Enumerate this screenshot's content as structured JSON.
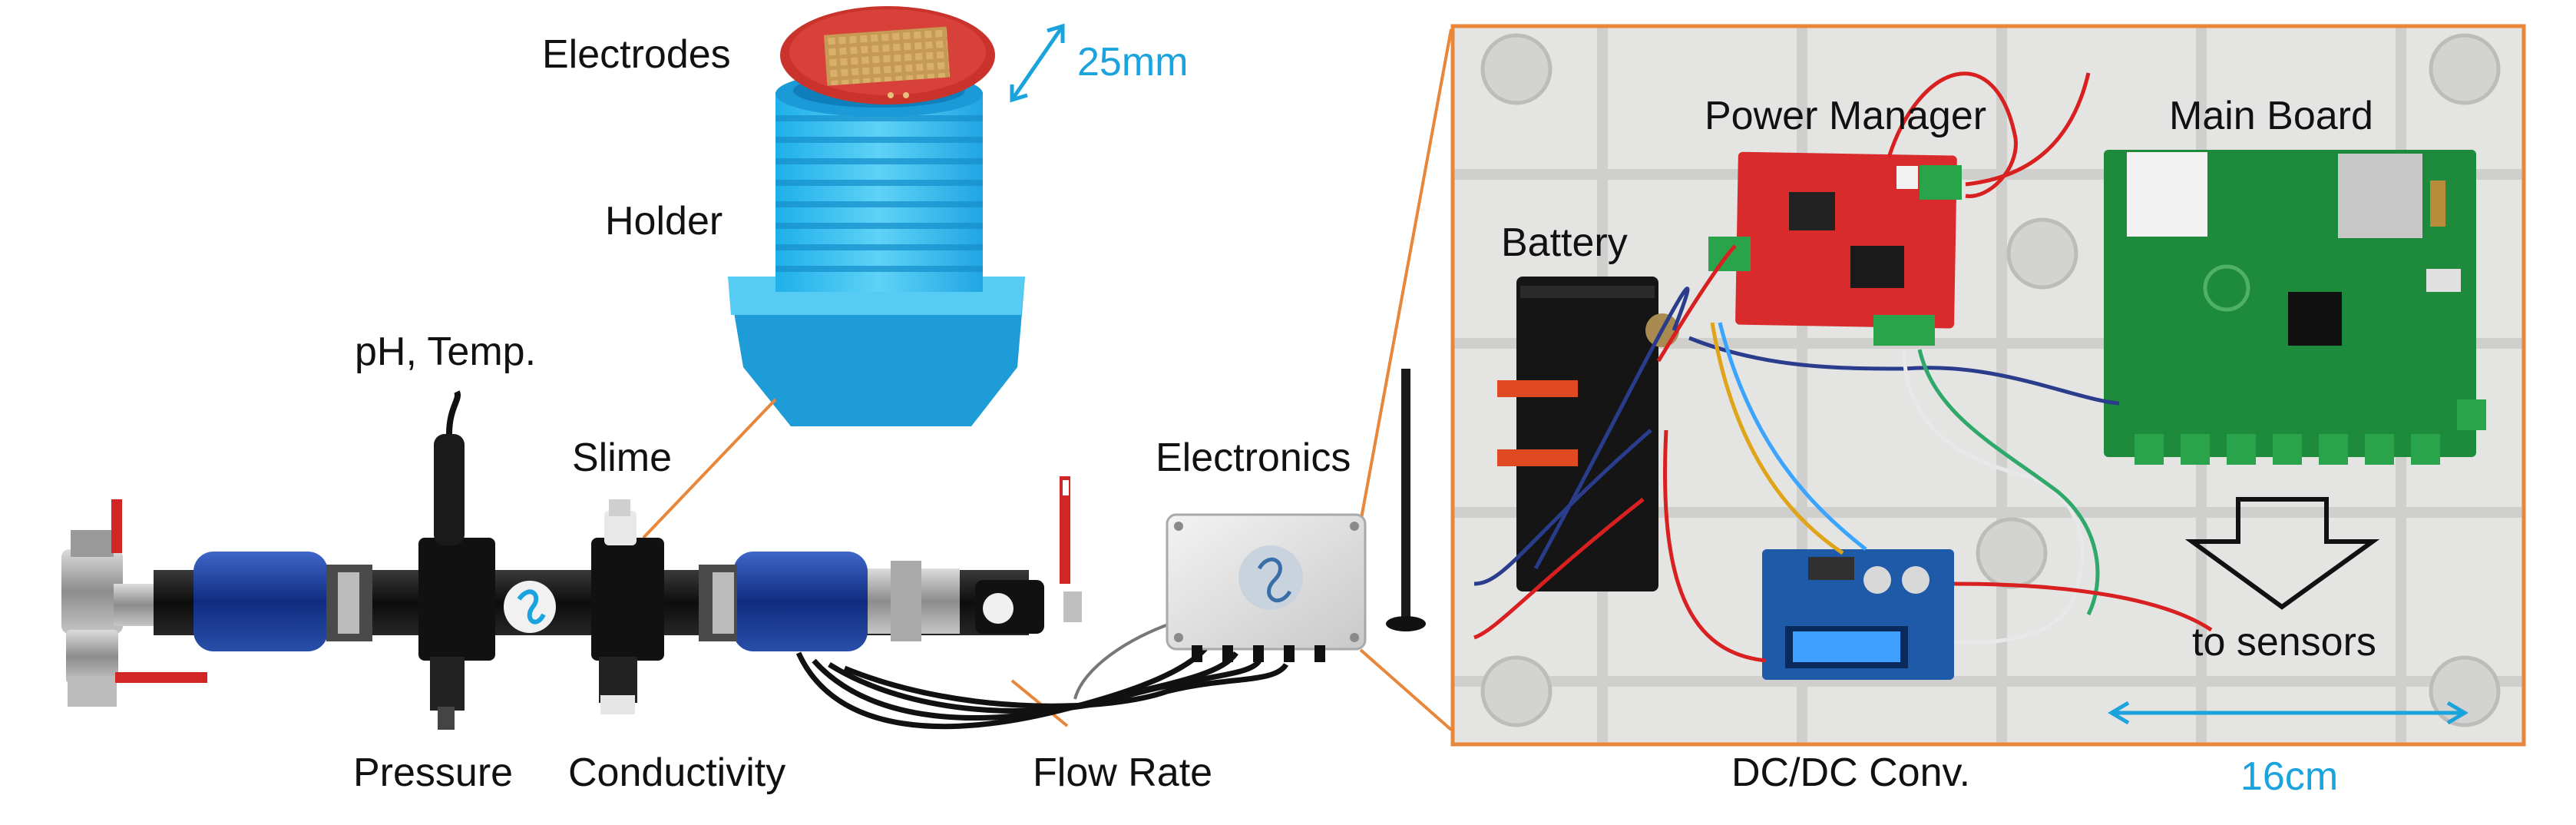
{
  "labels": {
    "electrodes": "Electrodes",
    "size_25mm": "25mm",
    "holder": "Holder",
    "ph_temp": "pH, Temp.",
    "slime": "Slime",
    "electronics": "Electronics",
    "pressure": "Pressure",
    "conductivity": "Conductivity",
    "flow_rate": "Flow Rate",
    "power_manager": "Power Manager",
    "main_board": "Main Board",
    "battery": "Battery",
    "to_sensors": "to sensors",
    "dcdc_conv": "DC/DC Conv.",
    "size_16cm": "16cm"
  },
  "colors": {
    "accent_orange": "#e8863a",
    "dimension_blue": "#1aa3dc",
    "holder_blue": "#33c3f2",
    "pcb_red": "#d92b2b",
    "pcb_green": "#1e8a3c"
  },
  "icons": {
    "enclosure_logo": "ds-logo",
    "arrow": "down-arrow"
  }
}
